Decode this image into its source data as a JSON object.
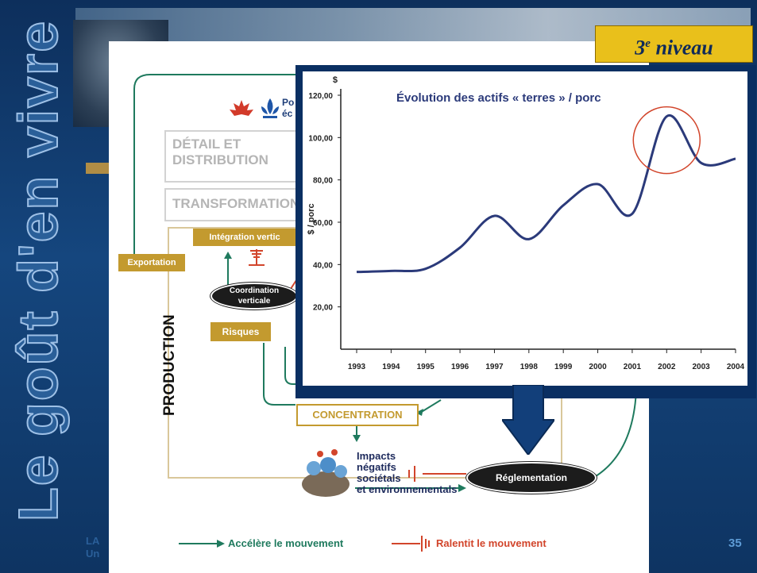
{
  "vertical_title": "Le goût d'en vivre",
  "badge": {
    "text_main": "3",
    "text_sup": "e",
    "text_rest": " niveau"
  },
  "diagram": {
    "logo_text_1": "Po",
    "logo_text_2": "éc",
    "detail": "DÉTAIL ET",
    "distribution": "DISTRIBUTION",
    "transformation": "TRANSFORMATION",
    "integration": "Intégration vertic",
    "exportation": "Exportation",
    "coordination_1": "Coordination",
    "coordination_2": "verticale",
    "risques": "Risques",
    "production": "PRODUCTION",
    "concentration": "CONCENTRATION",
    "impacts_1": "Impacts",
    "impacts_2": "négatifs",
    "impacts_3": "sociétals",
    "impacts_4": "et environnementals",
    "reglementation": "Réglementation",
    "legend_accel": "Accélère le mouvement",
    "legend_ralentit": "Ralentit le mouvement"
  },
  "footer": {
    "line1": "LA",
    "line2": "Un",
    "page": "35"
  },
  "colors": {
    "green": "#1f7a5e",
    "red": "#d2452b",
    "gold": "#c39a2f",
    "navy": "#2b3a7a"
  },
  "chart_data": {
    "type": "line",
    "title": "Évolution des actifs « terres » / porc",
    "ylabel": "$ / porc",
    "yunit": "$",
    "ylim": [
      0,
      120
    ],
    "yticks": [
      "20,00",
      "40,00",
      "60,00",
      "80,00",
      "100,00",
      "120,00"
    ],
    "yvals": [
      20,
      40,
      60,
      80,
      100,
      120
    ],
    "categories": [
      "1993",
      "1994",
      "1995",
      "1996",
      "1997",
      "1998",
      "1999",
      "2000",
      "2001",
      "2002",
      "2003",
      "2004"
    ],
    "series": [
      {
        "x": [
          1993,
          1994,
          1995,
          1996,
          1997,
          1998,
          1999,
          2000,
          2001,
          2002,
          2003,
          2004
        ],
        "values": [
          36.5,
          37,
          38,
          48,
          63,
          52,
          68,
          78,
          64,
          110,
          88,
          90
        ]
      }
    ],
    "annotation": "circle around 2002 peak",
    "line_color": "#2b3a7a",
    "circle_color": "#d2452b"
  }
}
